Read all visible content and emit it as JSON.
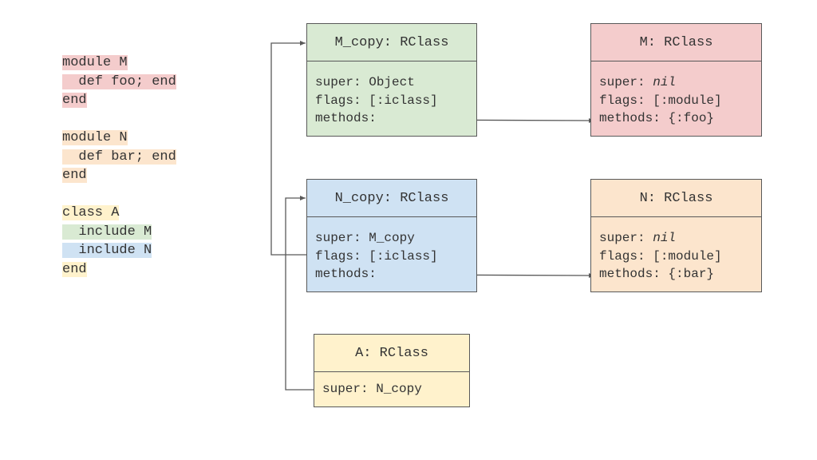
{
  "code": {
    "lines": [
      {
        "text": "module M",
        "color": "#f4cccc"
      },
      {
        "text": "  def foo; end",
        "color": "#f4cccc"
      },
      {
        "text": "end",
        "color": "#f4cccc"
      },
      {
        "text": "",
        "color": ""
      },
      {
        "text": "module N",
        "color": "#fce5cd"
      },
      {
        "text": "  def bar; end",
        "color": "#fce5cd"
      },
      {
        "text": "end",
        "color": "#fce5cd"
      },
      {
        "text": "",
        "color": ""
      },
      {
        "text": "class A",
        "color": "#fff2cc"
      },
      {
        "text": "  include M",
        "color": "#d9ead3"
      },
      {
        "text": "  include N",
        "color": "#cfe2f3"
      },
      {
        "text": "end",
        "color": "#fff2cc"
      }
    ]
  },
  "boxes": {
    "m_copy": {
      "title": "M_copy: RClass",
      "super_label": "super: ",
      "super_value": "Object",
      "flags": "flags: [:iclass]",
      "methods": "methods: ",
      "color": "#d9ead3"
    },
    "m": {
      "title": "M: RClass",
      "super_label": "super: ",
      "super_value": "nil",
      "flags": "flags: [:module]",
      "methods": "methods: {:foo}",
      "color": "#f4cccc"
    },
    "n_copy": {
      "title": "N_copy: RClass",
      "super_label": "super: ",
      "super_value": "M_copy",
      "flags": "flags: [:iclass]",
      "methods": "methods: ",
      "color": "#cfe2f3"
    },
    "n": {
      "title": "N: RClass",
      "super_label": "super: ",
      "super_value": "nil",
      "flags": "flags: [:module]",
      "methods": "methods: {:bar}",
      "color": "#fce5cd"
    },
    "a": {
      "title": "A: RClass",
      "super": "super: N_copy",
      "color": "#fff2cc"
    }
  }
}
